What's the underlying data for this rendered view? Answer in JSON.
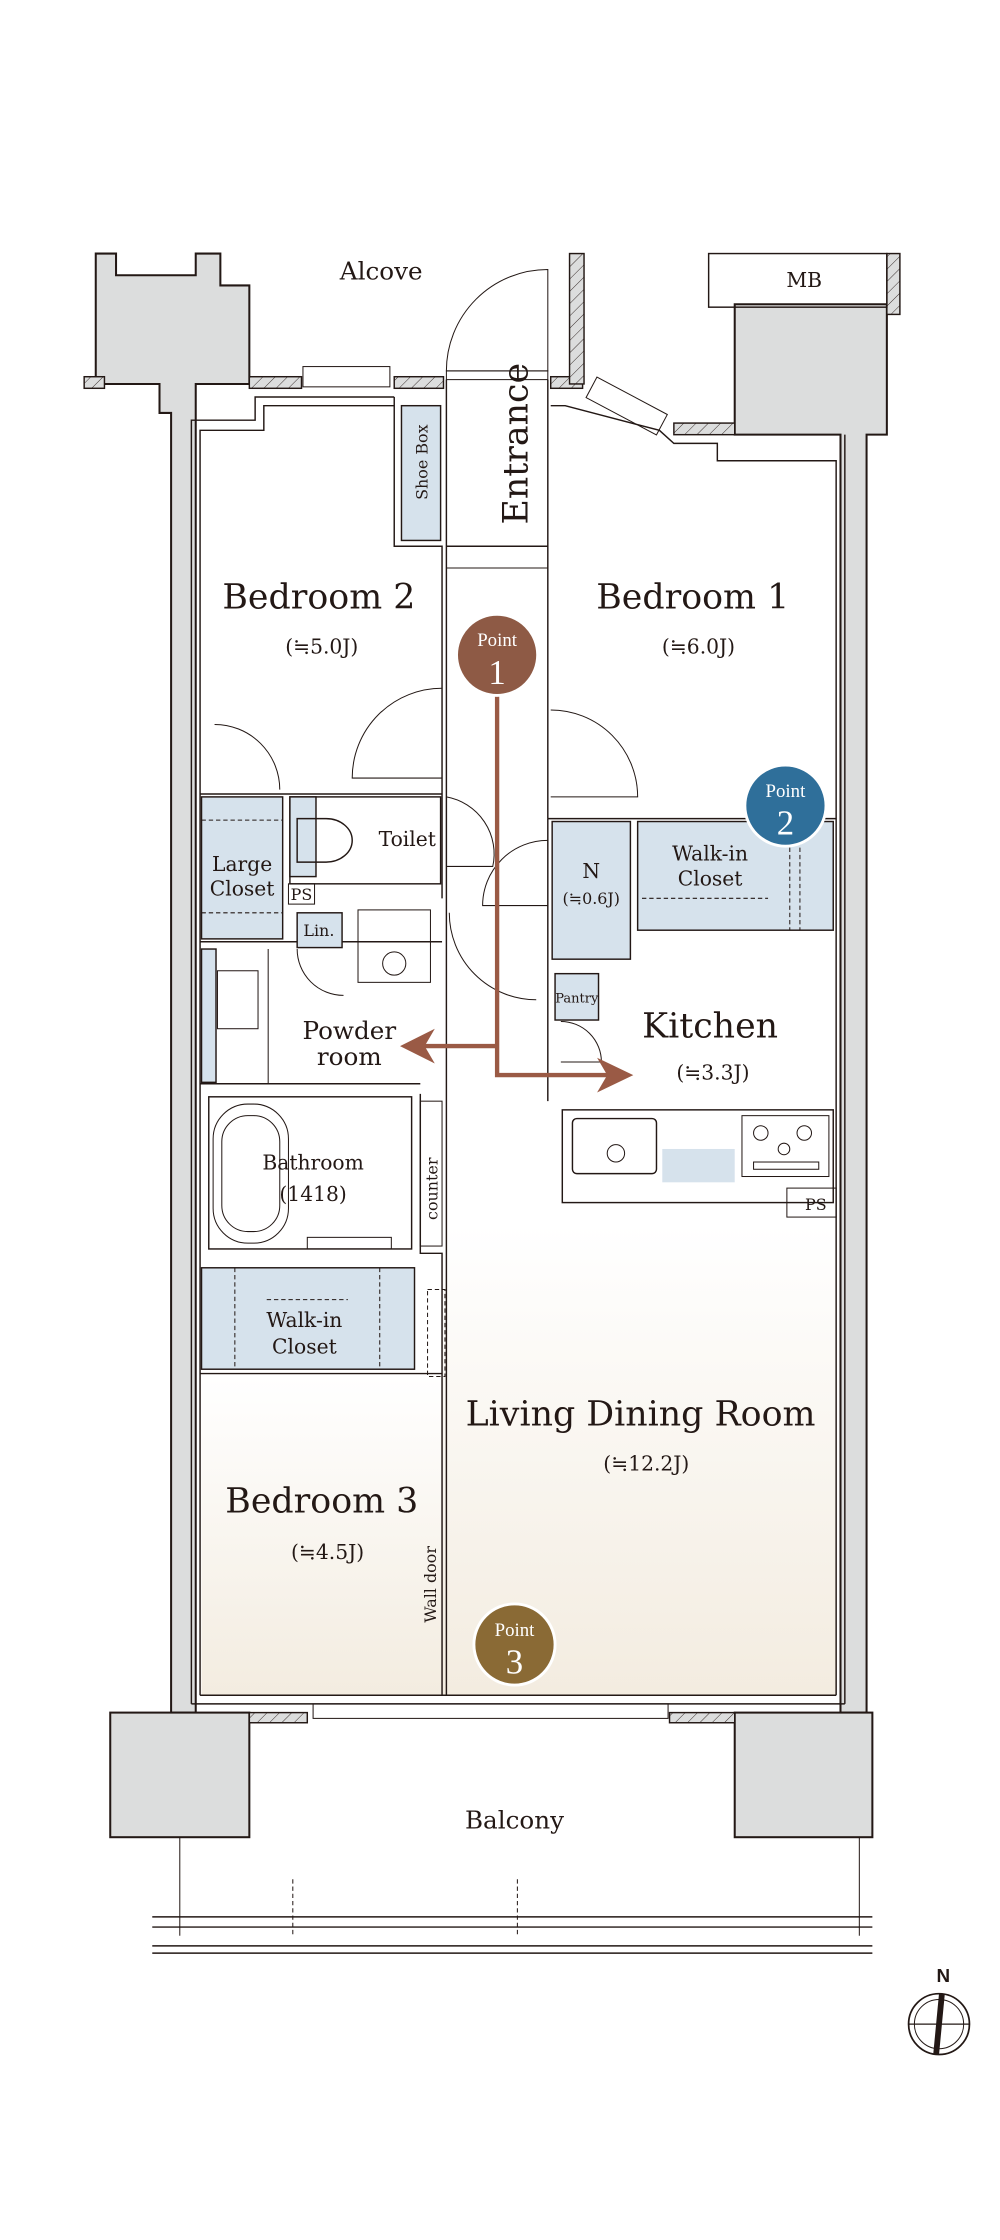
{
  "labels": {
    "alcove": "Alcove",
    "mb": "MB",
    "entrance": "Entrance",
    "shoe_box": "Shoe Box",
    "bedroom1": "Bedroom 1",
    "bedroom1_size": "(≒6.0J)",
    "bedroom2": "Bedroom 2",
    "bedroom2_size": "(≒5.0J)",
    "bedroom3": "Bedroom 3",
    "bedroom3_size": "(≒4.5J)",
    "toilet": "Toilet",
    "large_closet_1": "Large",
    "large_closet_2": "Closet",
    "ps": "PS",
    "lin": "Lin.",
    "powder_1": "Powder",
    "powder_2": "room",
    "n_label": "N",
    "n_size": "(≒0.6J)",
    "wic1_1": "Walk-in",
    "wic1_2": "Closet",
    "pantry": "Pantry",
    "kitchen": "Kitchen",
    "kitchen_size": "(≒3.3J)",
    "ps2": "PS",
    "bathroom": "Bathroom",
    "bathroom_size": "(1418)",
    "counter": "counter",
    "wic2_1": "Walk-in",
    "wic2_2": "Closet",
    "ldr": "Living Dining Room",
    "ldr_size": "(≒12.2J)",
    "wall_door": "Wall door",
    "balcony": "Balcony",
    "north": "N"
  },
  "points": [
    {
      "label": "Point",
      "number": "1",
      "color": "#8e5a45"
    },
    {
      "label": "Point",
      "number": "2",
      "color": "#2f6f9a"
    },
    {
      "label": "Point",
      "number": "3",
      "color": "#8a6a35"
    }
  ],
  "colors": {
    "arrow": "#9a5a45",
    "storage": "#d6e2ec",
    "wall": "#dcdddd",
    "floor_tint": "#f3ece0"
  }
}
